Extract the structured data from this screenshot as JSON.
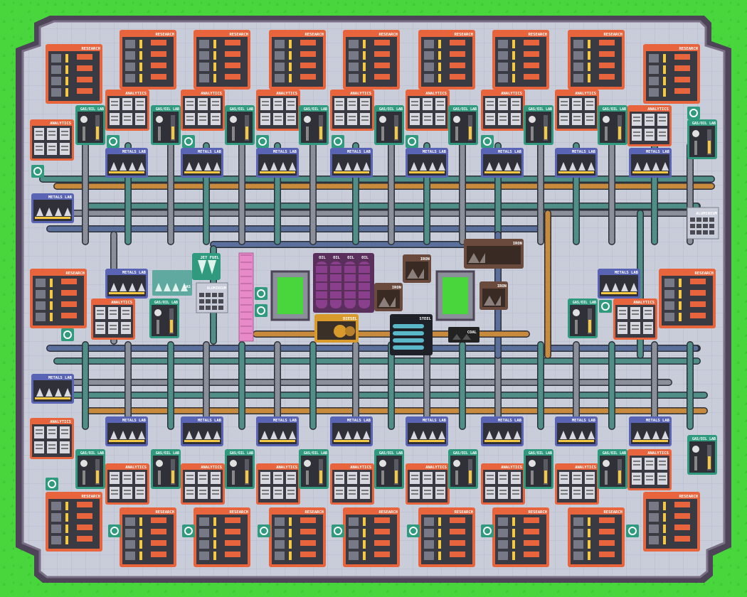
{
  "colors": {
    "grass": "#49d63c",
    "grass_dark": "#3cbf33",
    "wall": "#7a6f86",
    "wall_dark": "#4d4458",
    "floor": "#c9cdd9",
    "floor_line": "#b7bccb",
    "research": "#e8643c",
    "metals_lab": "#5a64b4",
    "gasoil_lab": "#2f9a7e",
    "analytics": "#e8643c",
    "pipe_teal": "#4f8f88",
    "pipe_orange": "#c88a3c",
    "pipe_grey": "#8a8f99",
    "pipe_blue": "#5a6f9c",
    "oil_purple": "#8a3f8c",
    "diesel_gold": "#d99a2c",
    "iron_brown": "#6a4a3c",
    "jet_fuel": "#2f9a7e",
    "pink_conveyor": "#e88ac8",
    "steel_cyan": "#5ab8c8",
    "coal_black": "#222222",
    "pool_green": "#49d63c"
  },
  "labels": {
    "research": "RESEARCH",
    "analytics": "ANALYTICS",
    "gasoil_lab": "GAS/OIL LAB",
    "metals_lab": "METALS LAB",
    "aluminium": "ALUMINIUM",
    "jet_fuel": "JET FUEL",
    "gas": "GAS",
    "oil": "OIL",
    "diesel": "DIESEL",
    "iron": "IRON",
    "steel": "STEEL",
    "coal": "COAL"
  }
}
